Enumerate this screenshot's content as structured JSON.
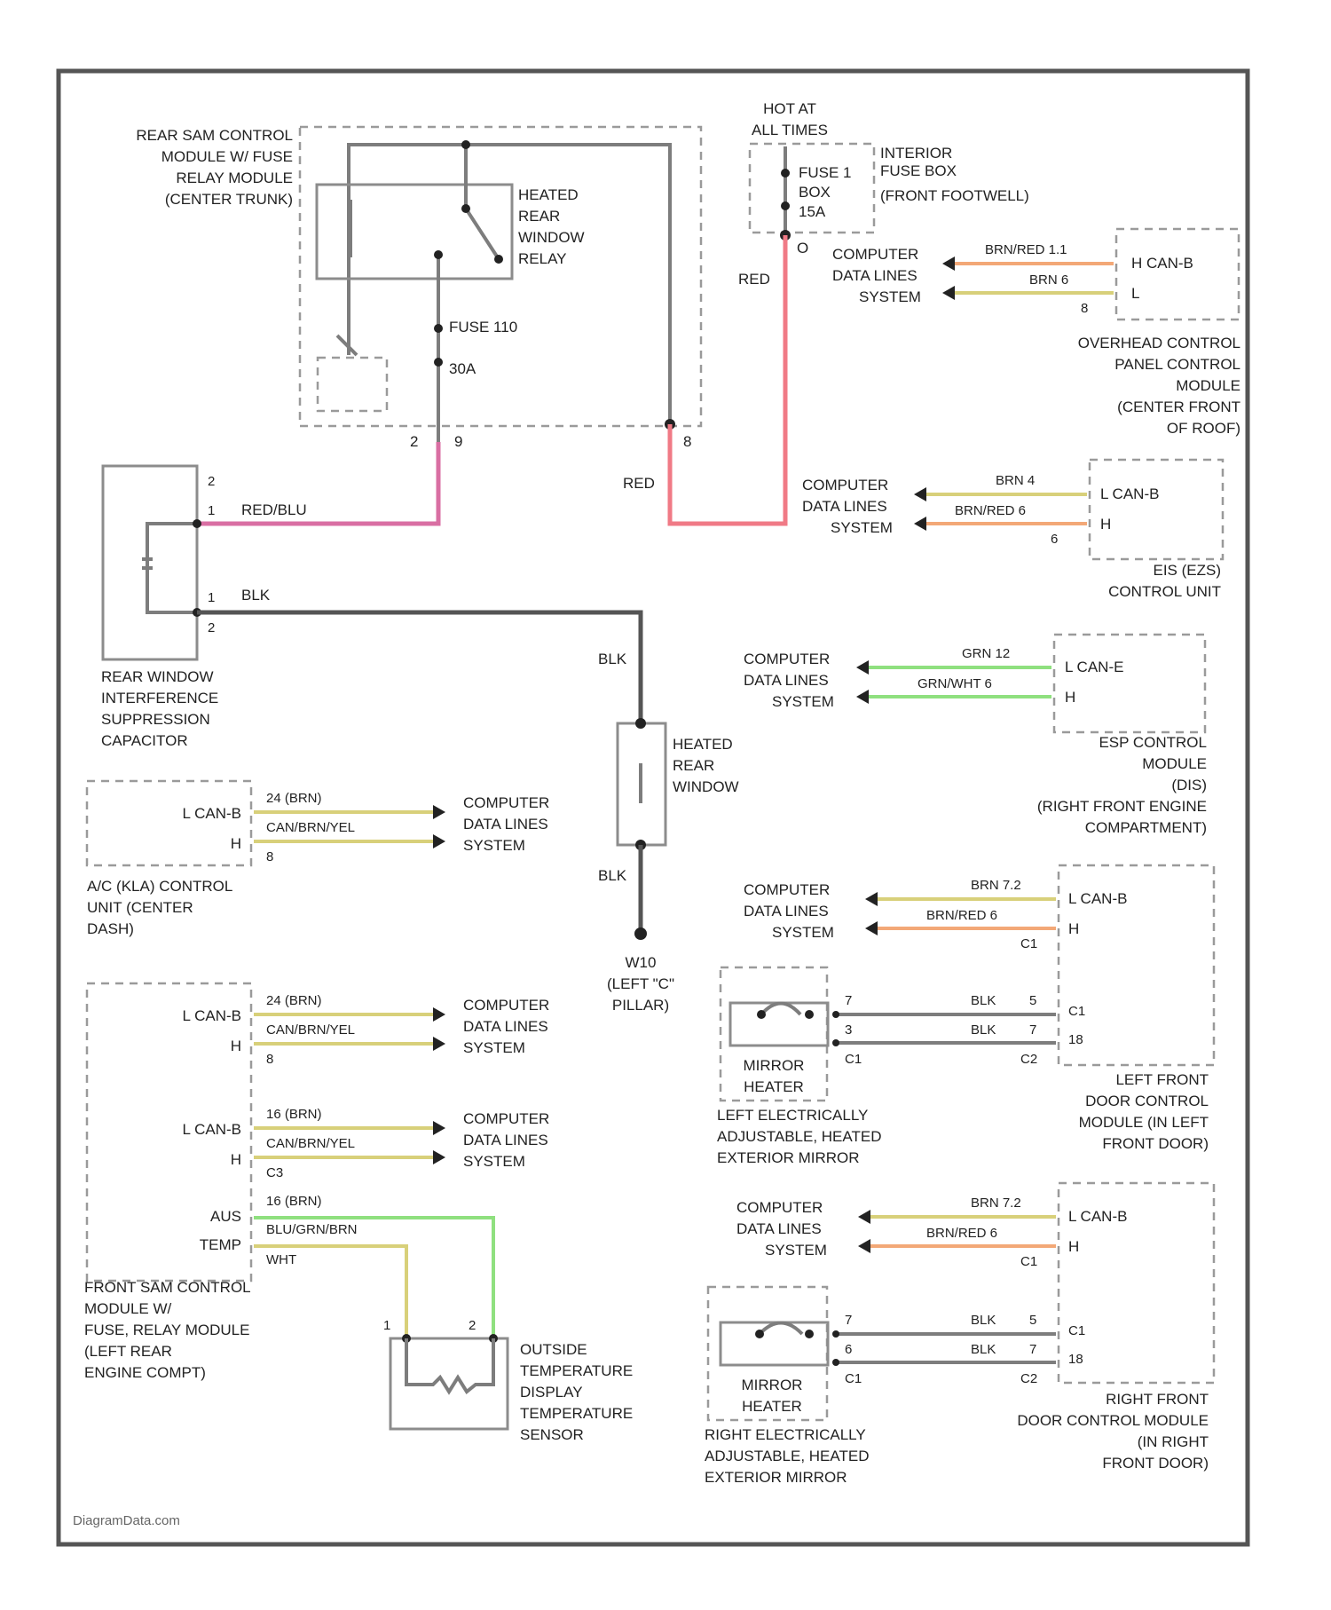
{
  "rear_sam": {
    "label": [
      "REAR SAM CONTROL",
      "MODULE W/ FUSE",
      "RELAY MODULE",
      "(CENTER TRUNK)"
    ],
    "relay_label": [
      "HEATED",
      "REAR",
      "WINDOW",
      "RELAY"
    ],
    "fuse_label": "FUSE 110",
    "fuse_amp": "30A",
    "pins": [
      "2",
      "9",
      "8"
    ]
  },
  "hot_label": [
    "HOT AT",
    "ALL TIMES"
  ],
  "interior_fuse": {
    "label": [
      "INTERIOR",
      "FUSE BOX",
      "(FRONT FOOTWELL)"
    ],
    "fuse_lines": [
      "FUSE 1",
      "BOX",
      "15A"
    ],
    "pin": "O"
  },
  "wires": {
    "red": "RED",
    "red_blu": "RED/BLU",
    "blk": "BLK"
  },
  "overhead": {
    "wire1": "BRN/RED 1.1",
    "wire2": "BRN 6",
    "pins": [
      "H CAN-B",
      "L"
    ],
    "pin_num": "8",
    "label": [
      "OVERHEAD CONTROL",
      "PANEL CONTROL",
      "MODULE",
      "(CENTER FRONT",
      "OF ROOF)"
    ]
  },
  "ign": {
    "wire1": "BRN 4",
    "wire2": "BRN/RED 6",
    "pins": [
      "L CAN-B",
      "H"
    ],
    "pin_num": "6",
    "label": [
      "EIS (EZS)",
      "CONTROL UNIT"
    ]
  },
  "esp": {
    "wire1": "GRN 12",
    "wire2": "GRN/WHT 6",
    "pins": [
      "L CAN-E",
      "H"
    ],
    "label": [
      "ESP CONTROL",
      "MODULE",
      "(DIS)",
      "(RIGHT FRONT ENGINE",
      "COMPARTMENT)"
    ]
  },
  "cdl": [
    "COMPUTER",
    "DATA LINES",
    "SYSTEM"
  ],
  "capacitor": {
    "label": [
      "REAR WINDOW",
      "INTERFERENCE",
      "SUPPRESSION",
      "CAPACITOR"
    ],
    "pins": [
      "2",
      "1",
      "1",
      "2"
    ]
  },
  "heated_rear_window": {
    "label": [
      "HEATED",
      "REAR",
      "WINDOW"
    ],
    "wire_top": "BLK",
    "wire_bot": "BLK"
  },
  "ground": {
    "label": [
      "W10",
      "(LEFT \"C\"",
      "PILLAR)"
    ]
  },
  "ac_unit": {
    "wire1": "24 (BRN)",
    "wire2": "CAN/BRN/YEL",
    "pins": [
      "L CAN-B",
      "H"
    ],
    "pin_num": "8",
    "label": [
      "A/C (KLA) CONTROL",
      "UNIT (CENTER",
      "DASH)"
    ]
  },
  "front_sam": {
    "grp1_wire1": "24 (BRN)",
    "grp1_wire2": "CAN/BRN/YEL",
    "grp1_pins": [
      "L CAN-B",
      "H"
    ],
    "grp1_num": "8",
    "grp2_wire1": "16 (BRN)",
    "grp2_wire2": "CAN/BRN/YEL",
    "grp2_pins": [
      "L CAN-B",
      "H"
    ],
    "grp2_num": "C3",
    "grp3_wire1": "16 (BRN)",
    "grp3_wire2": "BLU/GRN/BRN",
    "grp3_wire3": "WHT",
    "grp3_pins": [
      "AUS",
      "TEMP"
    ],
    "label": [
      "FRONT SAM CONTROL",
      "MODULE W/",
      "FUSE, RELAY MODULE",
      "(LEFT REAR",
      "ENGINE COMPT)"
    ]
  },
  "outside_temp": {
    "label": [
      "OUTSIDE",
      "TEMPERATURE",
      "DISPLAY",
      "TEMPERATURE",
      "SENSOR"
    ],
    "pins": [
      "1",
      "2"
    ]
  },
  "left_door": {
    "wire1": "BRN 7.2",
    "wire2": "BRN/RED 6",
    "pins": [
      "L CAN-B",
      "H"
    ],
    "pin_num": "C1",
    "mirror_pins": [
      "7",
      "3",
      "C1"
    ],
    "blk1": "BLK",
    "blk2": "BLK",
    "door_pins": [
      "5",
      "7",
      "C2"
    ],
    "door_side": [
      "C1",
      "18"
    ],
    "heater_label": [
      "MIRROR",
      "HEATER"
    ],
    "mirror_label": [
      "LEFT ELECTRICALLY",
      "ADJUSTABLE, HEATED",
      "EXTERIOR MIRROR"
    ],
    "door_label": [
      "LEFT FRONT",
      "DOOR CONTROL",
      "MODULE (IN LEFT",
      "FRONT DOOR)"
    ]
  },
  "right_door": {
    "wire1": "BRN 7.2",
    "wire2": "BRN/RED 6",
    "pins": [
      "L CAN-B",
      "H"
    ],
    "pin_num": "C1",
    "mirror_pins": [
      "7",
      "6",
      "C1"
    ],
    "blk1": "BLK",
    "blk2": "BLK",
    "door_pins": [
      "5",
      "7",
      "C2"
    ],
    "door_side": [
      "C1",
      "18"
    ],
    "heater_label": [
      "MIRROR",
      "HEATER"
    ],
    "mirror_label": [
      "RIGHT ELECTRICALLY",
      "ADJUSTABLE, HEATED",
      "EXTERIOR MIRROR"
    ],
    "door_label": [
      "RIGHT FRONT",
      "DOOR CONTROL MODULE",
      "(IN RIGHT",
      "FRONT DOOR)"
    ]
  },
  "watermark": "DiagramData.com",
  "colors": {
    "red": "#f07a86",
    "pink": "#d96fa3",
    "orange": "#f3a877",
    "yellow": "#d8d07a",
    "green": "#8fe07f",
    "gray": "#7d7d7d"
  }
}
